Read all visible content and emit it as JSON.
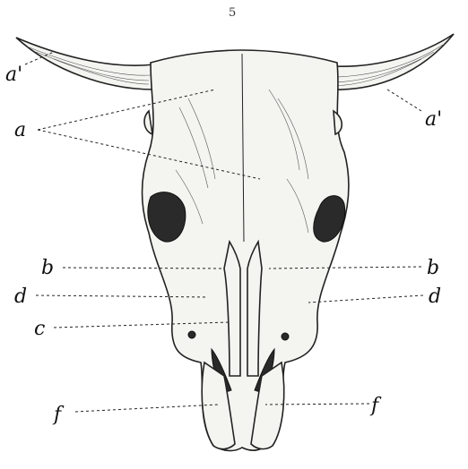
{
  "figure": {
    "number": "5"
  },
  "labels": {
    "a_prime_left": "a'",
    "a_prime_right": "a'",
    "a": "a",
    "b_left": "b",
    "b_right": "b",
    "d_left": "d",
    "d_right": "d",
    "c": "c",
    "f_left": "f",
    "f_right": "f"
  }
}
